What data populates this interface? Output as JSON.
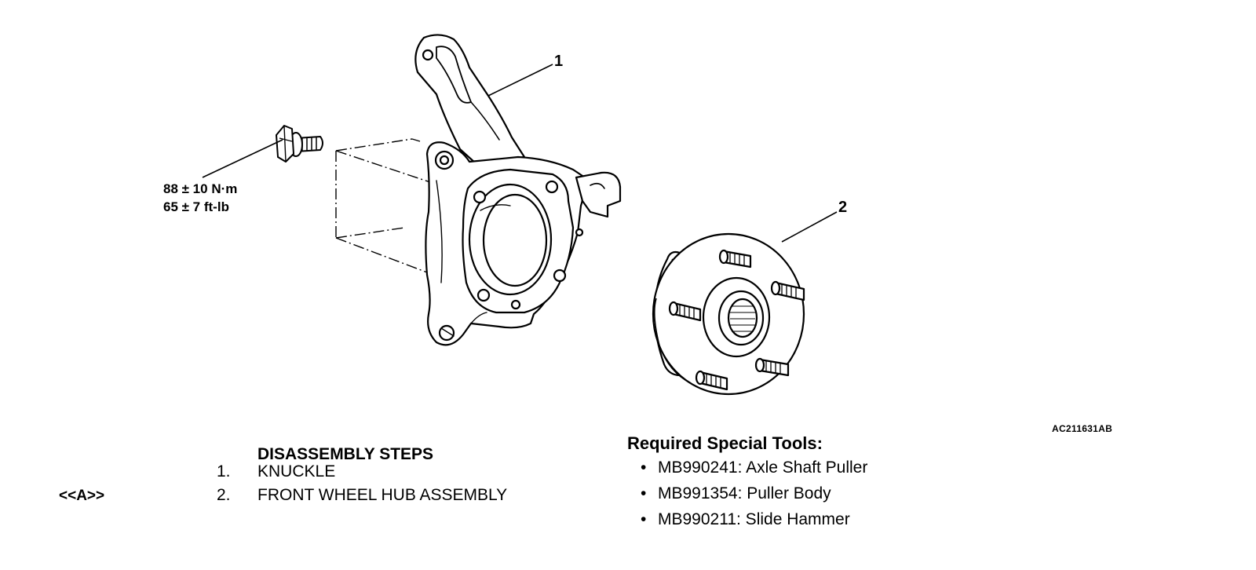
{
  "torque_spec": {
    "metric": "88 ± 10 N·m",
    "imperial": "65 ± 7 ft-lb"
  },
  "callouts": [
    {
      "number": "1"
    },
    {
      "number": "2"
    }
  ],
  "figure_code": "AC211631AB",
  "disassembly": {
    "title": "DISASSEMBLY STEPS",
    "steps": [
      {
        "marker": "",
        "number": "1.",
        "label": "KNUCKLE"
      },
      {
        "marker": "<<A>>",
        "number": "2.",
        "label": "FRONT WHEEL HUB ASSEMBLY"
      }
    ]
  },
  "special_tools": {
    "title": "Required Special Tools:",
    "bullet": "•",
    "items": [
      "MB990241: Axle Shaft Puller",
      "MB991354: Puller Body",
      "MB990211: Slide Hammer"
    ]
  }
}
